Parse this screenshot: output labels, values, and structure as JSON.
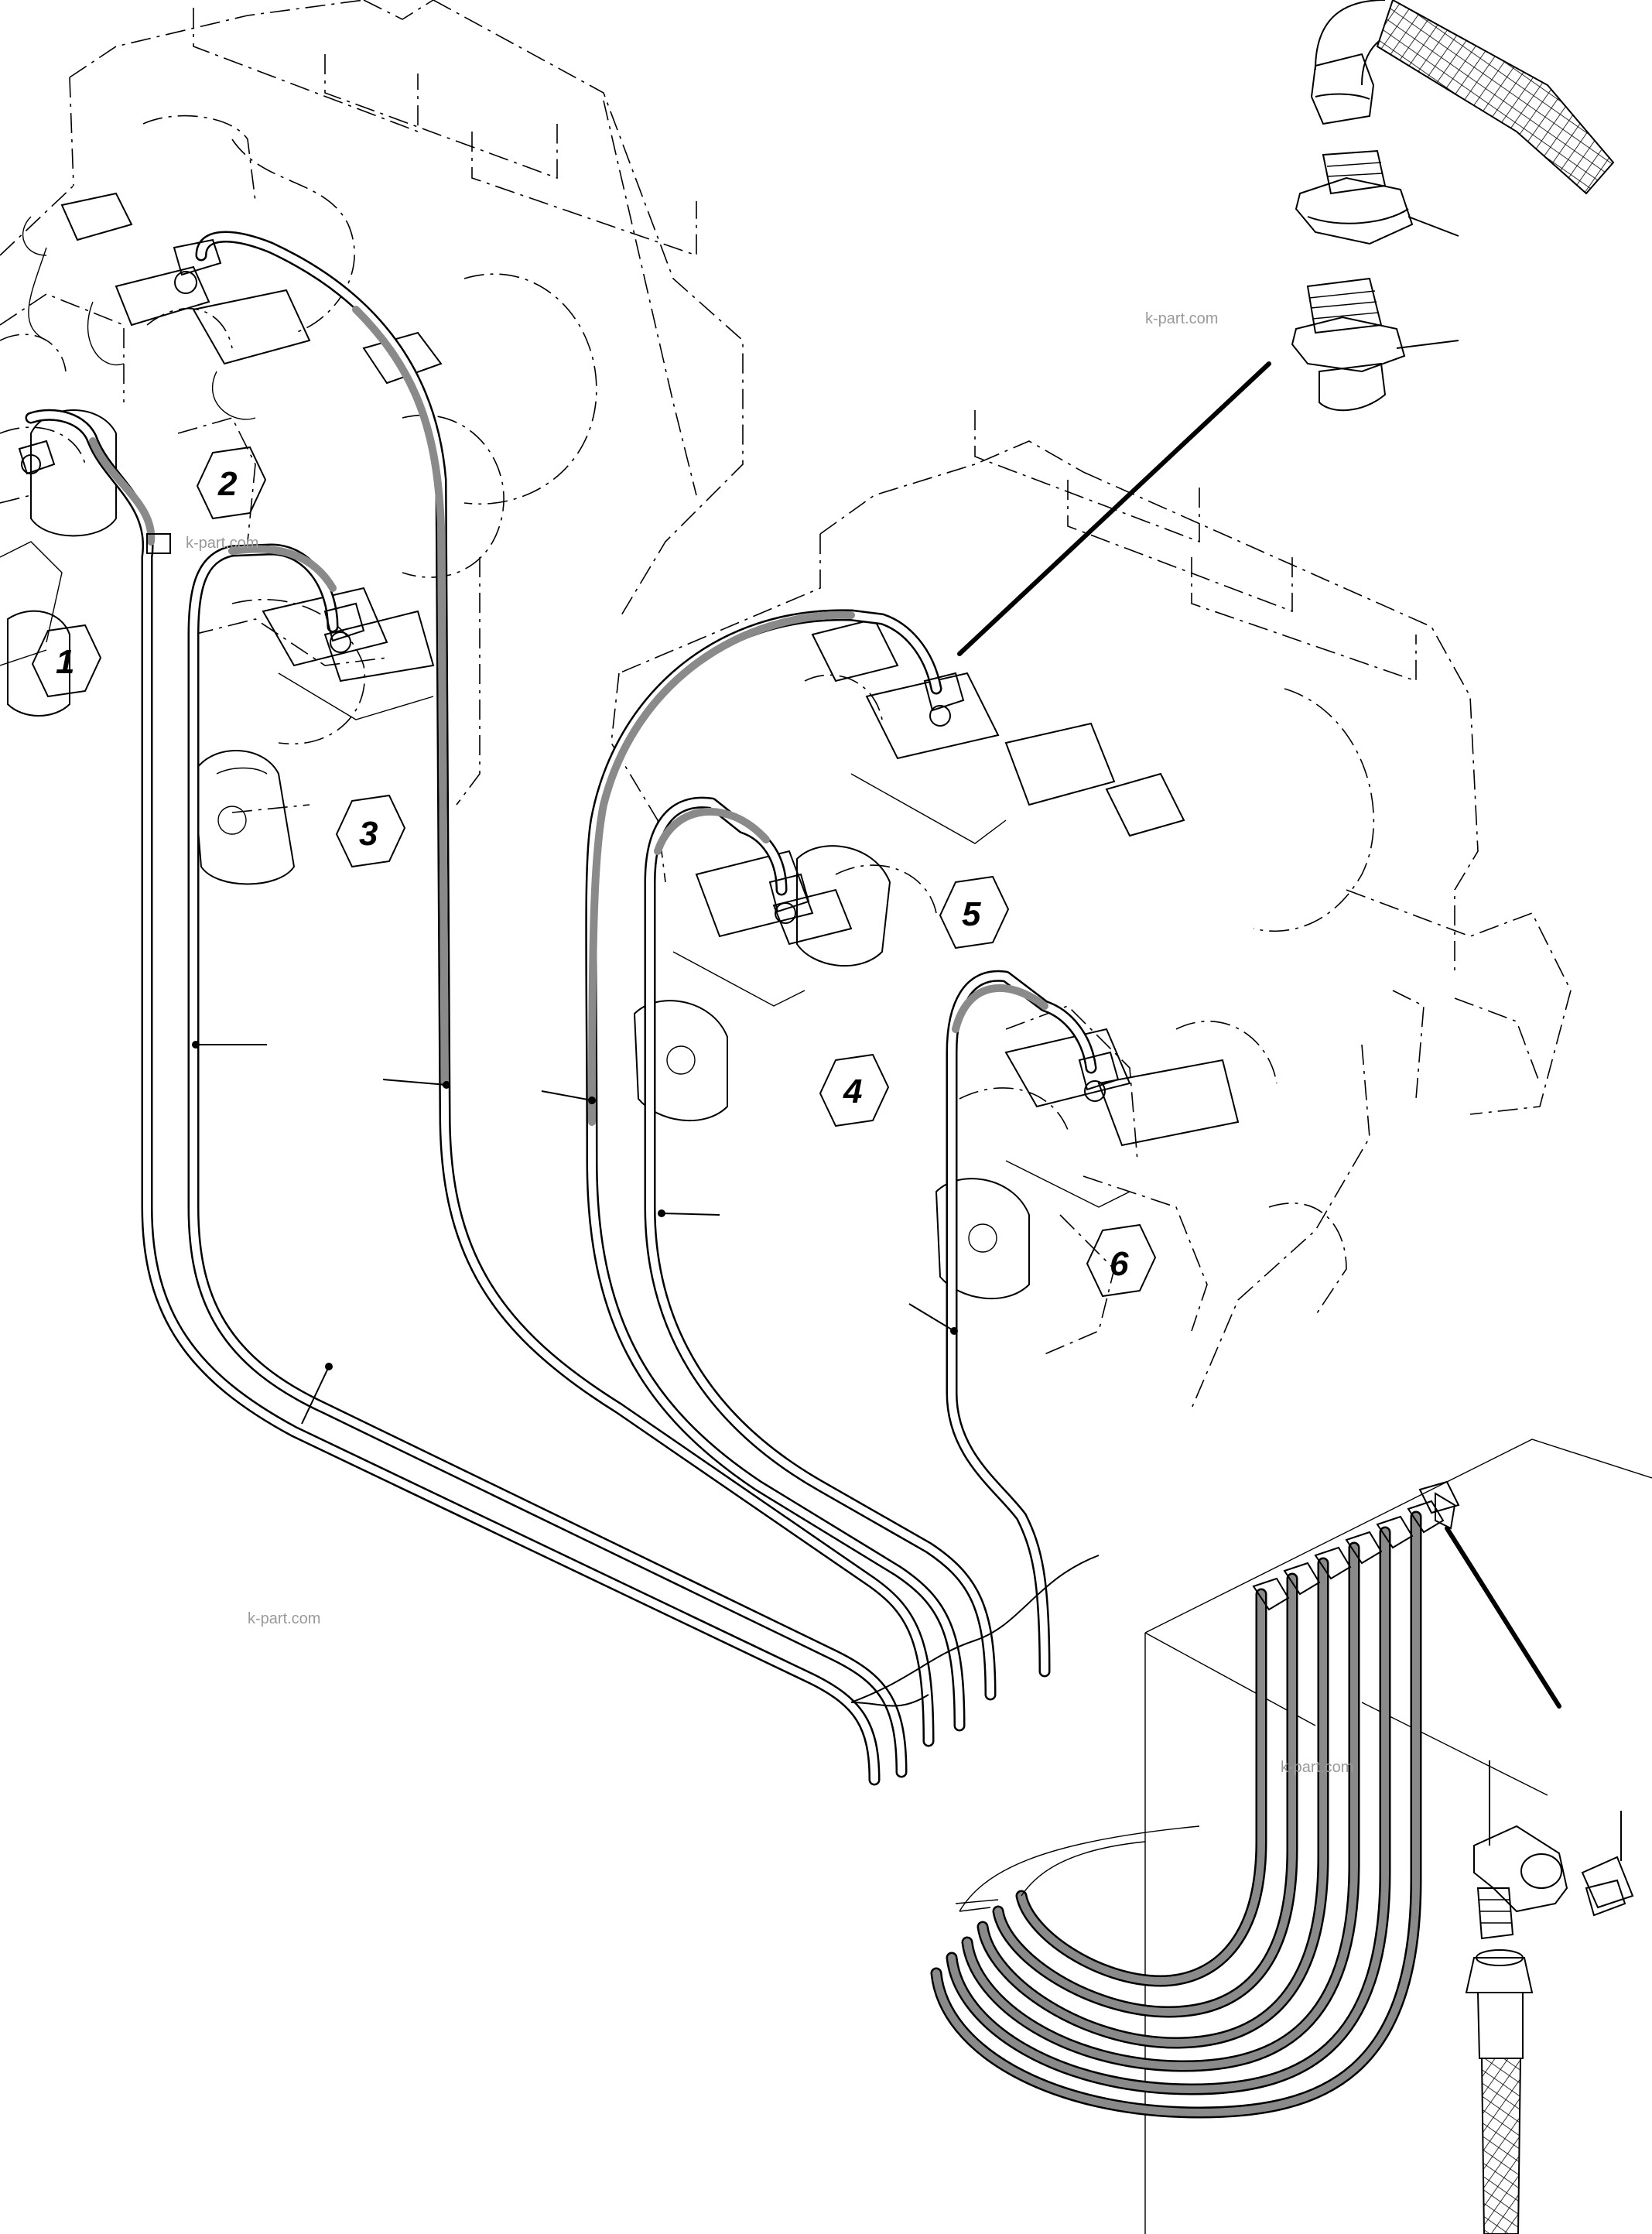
{
  "watermarks": [
    "k-part.com",
    "k-part.com",
    "k-part.com",
    "k-part.com"
  ],
  "valve_labels": [
    "1",
    "2",
    "3",
    "4",
    "5",
    "6"
  ]
}
